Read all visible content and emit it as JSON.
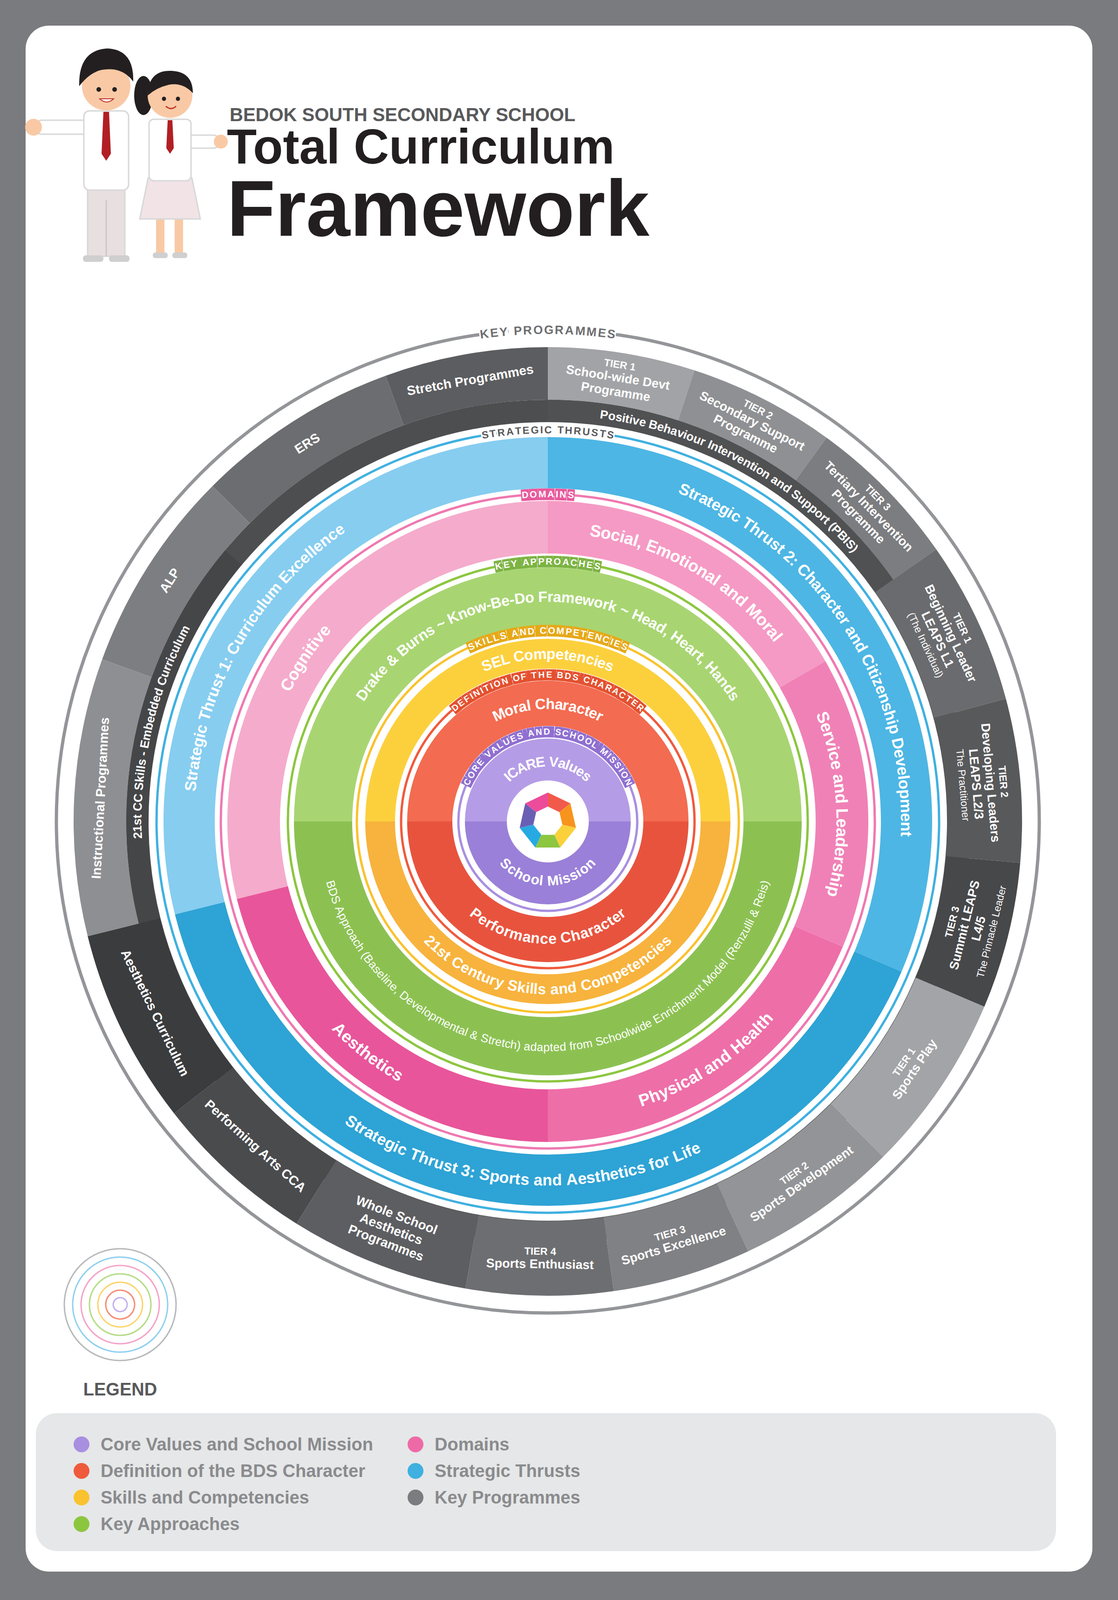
{
  "diagram": {
    "title": "Total Curriculum Framework",
    "nodes": [
      {
        "text": [
          "TIER 1",
          "School-wide Devt Programme"
        ]
      },
      {
        "text": [
          "TIER 2",
          "Secondary Support Programme"
        ]
      },
      {
        "text": [
          "TIER 3",
          "Tertiary Intervention Programme"
        ]
      },
      {
        "text": [
          "Positive Behaviour Intervention and Support (PBIS)"
        ]
      },
      {
        "text": [
          "TIER 1",
          "Beginning Leader LEAPS L1",
          "(The Individual)"
        ]
      },
      {
        "text": [
          "TIER 2",
          "Developing Leaders LEAPS L2/3",
          "The Practitioner"
        ]
      },
      {
        "text": [
          "TIER 3",
          "Summit LEAPS L4/5",
          "The Pinnacle Leader"
        ]
      },
      {
        "text": [
          "TIER 1",
          "Sports Play"
        ]
      },
      {
        "text": [
          "TIER 2",
          "Sports Development"
        ]
      },
      {
        "text": [
          "TIER 3",
          "Sports Excellence"
        ]
      },
      {
        "text": [
          "TIER 4",
          "Sports Enthusiast"
        ]
      },
      {
        "text": [
          "Whole School Aesthetics Programmes"
        ]
      },
      {
        "text": [
          "Performing Arts CCA"
        ]
      },
      {
        "text": [
          "Aesthetics Curriculum"
        ]
      },
      {
        "text": [
          "Instructional Programmes"
        ]
      },
      {
        "text": [
          "21st CC Skills - Embedded Curriculum"
        ]
      },
      {
        "text": [
          "ALP"
        ]
      },
      {
        "text": [
          "ERS"
        ]
      },
      {
        "text": [
          "Stretch Programmes"
        ]
      },
      {
        "text": [
          "Strategic Thrust 1: Curriculum Excellence"
        ]
      },
      {
        "text": [
          "Strategic Thrust 2: Character and Citizenship Development"
        ]
      },
      {
        "text": [
          "Strategic Thrust 3: Sports and Aesthetics for Life"
        ]
      },
      {
        "text": [
          "Cognitive"
        ]
      },
      {
        "text": [
          "Social, Emotional and Moral"
        ]
      },
      {
        "text": [
          "Service and Leadership"
        ]
      },
      {
        "text": [
          "Physical and Health"
        ]
      },
      {
        "text": [
          "Aesthetics"
        ]
      },
      {
        "text": [
          "Drake & Burns ~ Know-Be-Do Framework ~ Head, Heart, Hands"
        ]
      },
      {
        "text": [
          "BDS Approach (Baseline, Developmental & Stretch) adapted from Schoolwide Enrichment Model (Renzulli & Reis)"
        ]
      },
      {
        "text": [
          "SEL Competencies"
        ]
      },
      {
        "text": [
          "21st Century Skills and Competencies"
        ]
      },
      {
        "text": [
          "Moral Character"
        ]
      },
      {
        "text": [
          "Performance Character"
        ]
      },
      {
        "text": [
          "ICARE Values"
        ]
      },
      {
        "text": [
          "School Mission"
        ]
      }
    ],
    "labels": [
      "BEDOK SOUTH SECONDARY SCHOOL",
      "KEY PROGRAMMES",
      "STRATEGIC THRUSTS",
      "DOMAINS",
      "KEY APPROACHES",
      "SKILLS AND COMPETENCIES",
      "DEFINITION OF THE BDS CHARACTER",
      "CORE VALUES AND SCHOOL MISSION",
      "LEGEND"
    ],
    "legend": [
      {
        "text": "Core Values and School Mission",
        "color": "#a88fe0"
      },
      {
        "text": "Definition of the BDS Character",
        "color": "#ef5a3c"
      },
      {
        "text": "Skills and Competencies",
        "color": "#f9c22e"
      },
      {
        "text": "Key Approaches",
        "color": "#8cc63f"
      },
      {
        "text": "Domains",
        "color": "#ee6aa7"
      },
      {
        "text": "Strategic Thrusts",
        "color": "#3fb0e0"
      },
      {
        "text": "Key Programmes",
        "color": "#7b7c7f"
      }
    ]
  }
}
